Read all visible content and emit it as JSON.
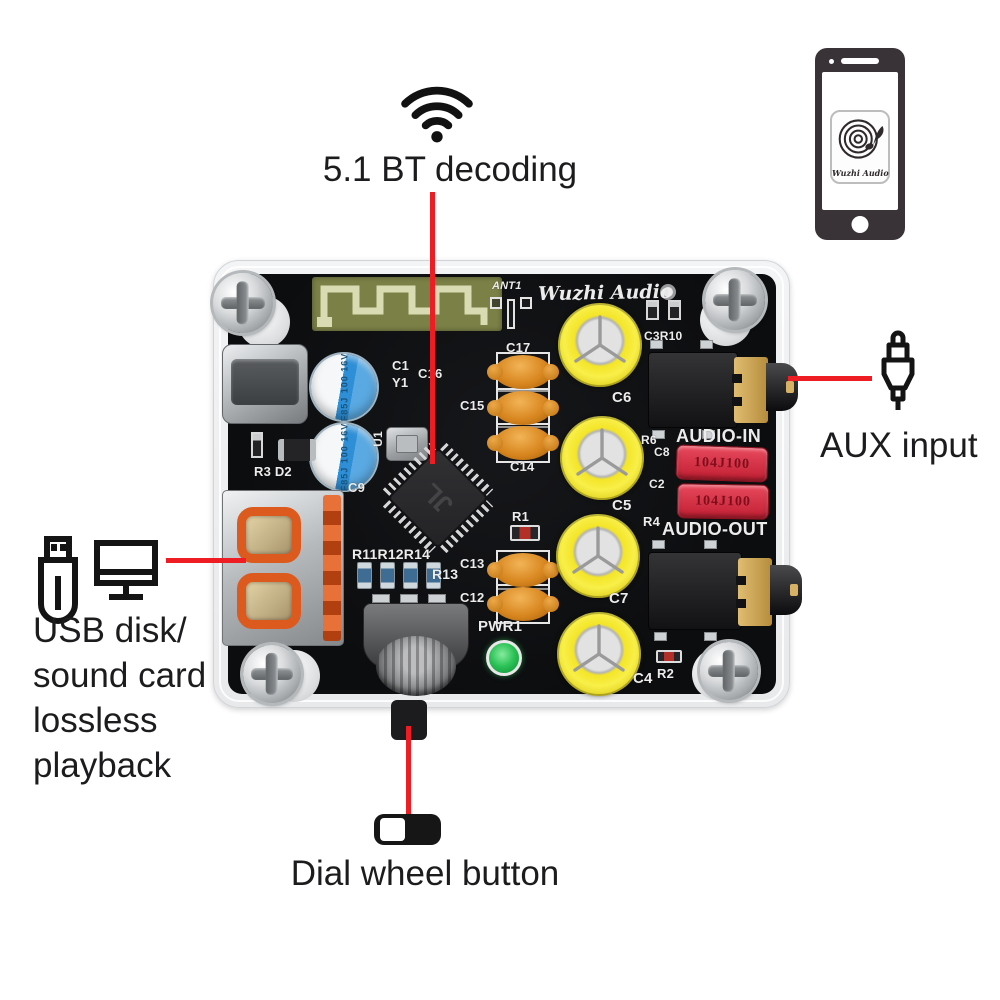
{
  "title": {
    "bt_decoding": "5.1 BT decoding"
  },
  "callouts": {
    "aux_input": "AUX input",
    "dial_wheel": "Dial wheel button",
    "usb_lines": [
      "USB disk/",
      "sound card",
      "lossless",
      "playback"
    ]
  },
  "phone": {
    "logo_text": "Wuzhi Audio"
  },
  "board": {
    "brand": "Wuzhi Audio",
    "labels": {
      "ant1": "ANT1",
      "c3r10": "C3R10",
      "c1": "C1",
      "y1": "Y1",
      "c16": "C16",
      "c9": "C9",
      "r3d2": "R3 D2",
      "u1": "U1",
      "c17": "C17",
      "c15": "C15",
      "c14": "C14",
      "r1": "R1",
      "c13": "C13",
      "c12": "C12",
      "r11r12r14": "R11R12R14",
      "r13": "R13",
      "pwr1": "PWR1",
      "r6": "R6",
      "c8": "C8",
      "c2": "C2",
      "r4": "R4",
      "r2": "R2",
      "audio_in": "AUDIO-IN",
      "audio_out": "AUDIO-OUT",
      "c6": "C6",
      "c5": "C5",
      "c7": "C7",
      "c4": "C4",
      "film_cap_marking": "104J100",
      "ecap_marking": "F85J 100 16V",
      "chip_logo": "JL"
    }
  },
  "colors": {
    "annotation_red": "#ee1d23",
    "pcb_black": "#0c0d0f",
    "case_white": "#eef0f1",
    "antenna_olive": "#7b8047",
    "cap_yellow": "#f2e11c",
    "cap_orange": "#d8861f",
    "film_cap_red": "#d42b3f",
    "usb_tongue_orange": "#dd5a1f",
    "jack_gold": "#c9a452",
    "led_green": "#2cc257"
  }
}
